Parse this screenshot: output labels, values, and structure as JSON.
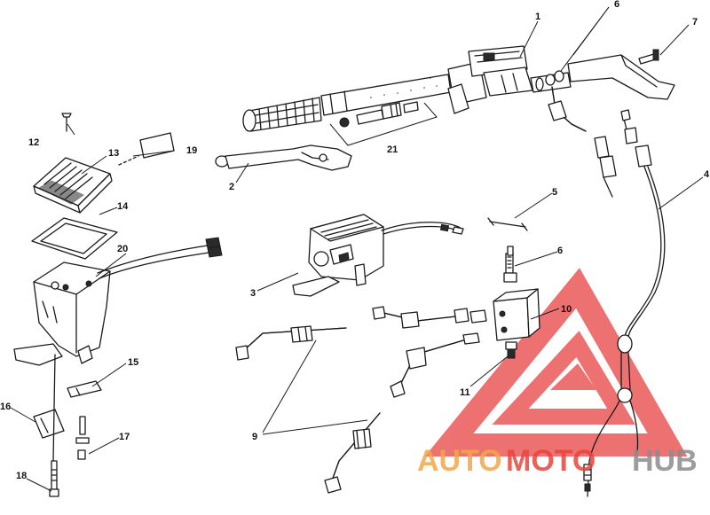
{
  "diagram": {
    "callouts": [
      {
        "id": "c1",
        "label": "1"
      },
      {
        "id": "c2",
        "label": "2"
      },
      {
        "id": "c3",
        "label": "3"
      },
      {
        "id": "c4",
        "label": "4"
      },
      {
        "id": "c5",
        "label": "5"
      },
      {
        "id": "c6a",
        "label": "6"
      },
      {
        "id": "c6b",
        "label": "6"
      },
      {
        "id": "c7",
        "label": "7"
      },
      {
        "id": "c9",
        "label": "9"
      },
      {
        "id": "c10",
        "label": "10"
      },
      {
        "id": "c11",
        "label": "11"
      },
      {
        "id": "c12",
        "label": "12"
      },
      {
        "id": "c13",
        "label": "13"
      },
      {
        "id": "c14",
        "label": "14"
      },
      {
        "id": "c15",
        "label": "15"
      },
      {
        "id": "c16",
        "label": "16"
      },
      {
        "id": "c17",
        "label": "17"
      },
      {
        "id": "c18",
        "label": "18"
      },
      {
        "id": "c19",
        "label": "19"
      },
      {
        "id": "c20",
        "label": "20"
      },
      {
        "id": "c21",
        "label": "21"
      }
    ]
  },
  "watermark": {
    "part1": "AUTO",
    "part2": "MOTO",
    "part3": "HUB",
    "colors": {
      "orange": "#f2a84a",
      "red": "#e8453c",
      "gray": "#8c8c8c",
      "triangle": "#e84a4a"
    }
  }
}
